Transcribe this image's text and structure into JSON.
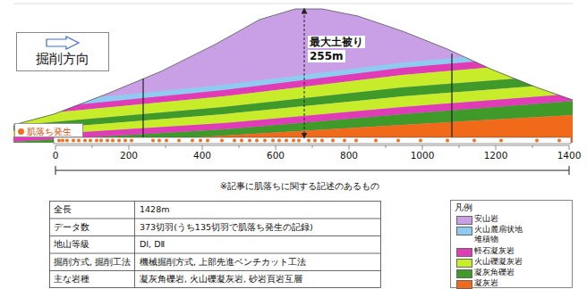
{
  "diagram": {
    "nodes": [
      {
        "text": [
          "掘削方向"
        ]
      }
    ],
    "edges": [],
    "labels": [
      "最大土被り",
      "255m",
      "0",
      "200",
      "400",
      "600",
      "800",
      "1000",
      "1200",
      "1400",
      "※記事に肌落ちに関する記述のあるもの",
      "全長",
      "1428m",
      "データ数",
      "373切羽(うち135切羽で肌落ち発生の記録)",
      "地山等級",
      "DⅠ, DⅡ",
      "掘削方式, 掘削工法",
      "機械掘削方式, 上部先進ベンチカット工法",
      "主な岩種",
      "凝灰角礫岩, 火山礫凝灰岩, 砂岩頁岩互層",
      "凡例"
    ],
    "legend": [
      {
        "text": "肌落ち発生",
        "color": "#f07020"
      },
      {
        "text": "安山岩",
        "color": "#c9a0e6"
      },
      {
        "text": "火山麓扇状地 堆積物",
        "color": "#8fcaf0"
      },
      {
        "text": "軽石凝灰岩",
        "color": "#e03cb8"
      },
      {
        "text": "火山礫凝灰岩",
        "color": "#c6ec2a"
      },
      {
        "text": "凝灰角礫岩",
        "color": "#3f9a2a"
      },
      {
        "text": "凝灰岩",
        "color": "#f06a1a"
      }
    ]
  }
}
